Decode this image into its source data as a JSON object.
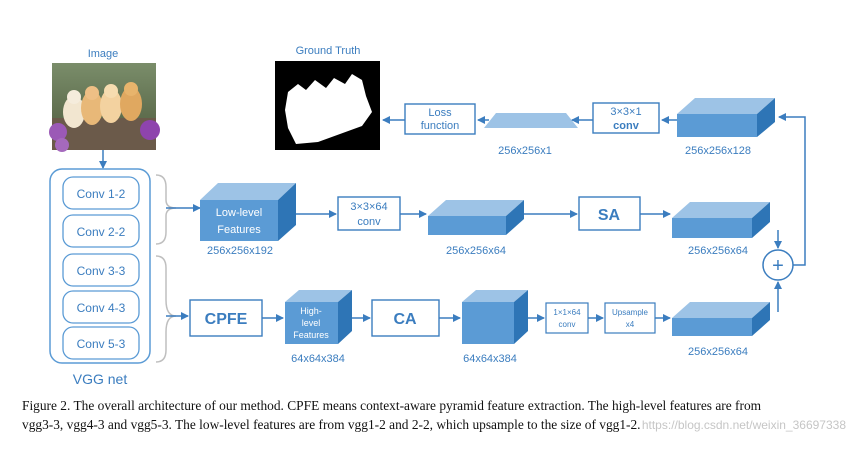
{
  "labels": {
    "image": "Image",
    "ground_truth": "Ground Truth",
    "vgg_net": "VGG net",
    "loss_function": [
      "Loss",
      "function"
    ],
    "conv3x3x1": [
      "3×3×1",
      "conv"
    ],
    "conv3x3x64": [
      "3×3×64",
      "conv"
    ],
    "sa": "SA",
    "ca": "CA",
    "cpfe": "CPFE",
    "low_level": [
      "Low-level",
      "Features"
    ],
    "high_level": [
      "High-",
      "level",
      "Features"
    ],
    "conv1x1x64": [
      "1×1×64",
      "conv"
    ],
    "upsample": [
      "Upsample",
      "x4"
    ],
    "plus": "+"
  },
  "vgg_layers": [
    "Conv 1-2",
    "Conv 2-2",
    "Conv 3-3",
    "Conv 4-3",
    "Conv 5-3"
  ],
  "sizes": {
    "top_slab": "256x256x1",
    "top_block": "256x256x128",
    "low_level": "256x256x192",
    "mid_slab": "256x256x64",
    "sa_out": "256x256x64",
    "high_level": "64x64x384",
    "ca_out": "64x64x384",
    "up_out": "256x256x64"
  },
  "caption": {
    "line1": "Figure 2. The overall architecture of our method. CPFE means context-aware pyramid feature extraction. The high-level features are from",
    "line2": "vgg3-3, vgg4-3 and vgg5-3. The low-level features are from vgg1-2 and 2-2, which upsample to the size of vgg1-2."
  },
  "watermark": "https://blog.csdn.net/weixin_36697338",
  "colors": {
    "accent": "#3b7dbf",
    "box_front": "#5b9bd5",
    "box_top": "#9dc3e6",
    "box_side": "#2e75b6",
    "slab": "#9dc3e6"
  }
}
